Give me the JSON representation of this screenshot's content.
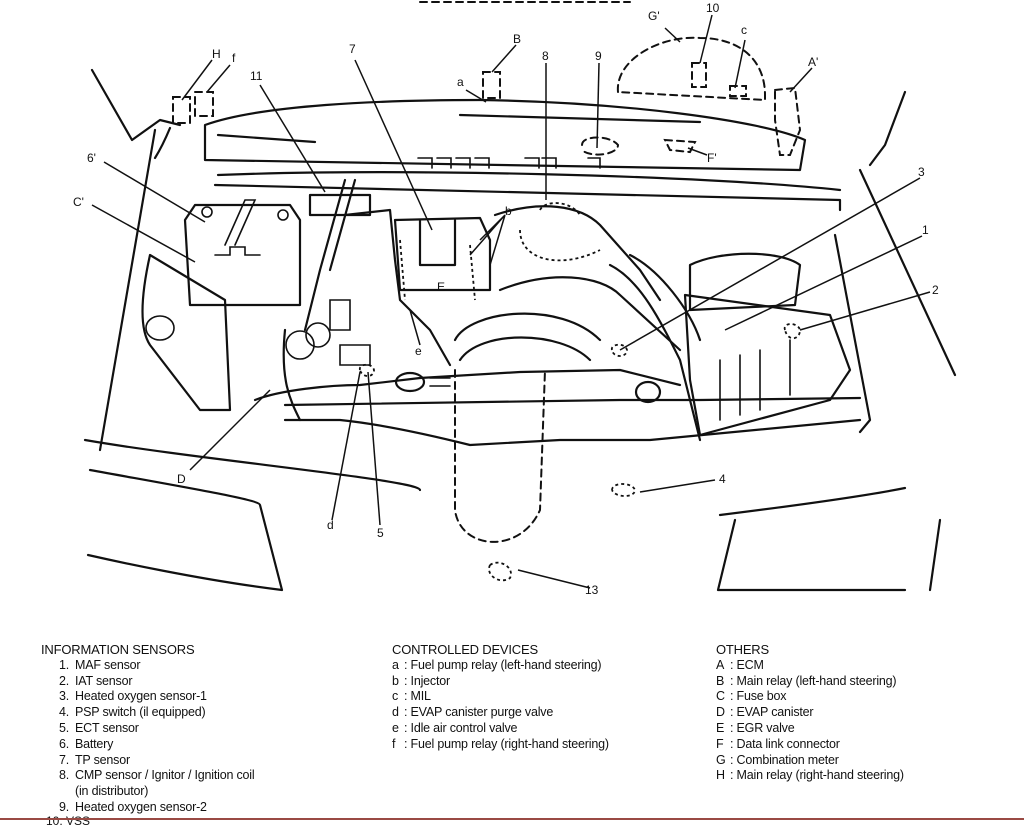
{
  "diagram": {
    "description": "Engine compartment component location diagram",
    "callouts": {
      "n1": "1",
      "n2": "2",
      "n3": "3",
      "n4": "4",
      "n5": "5",
      "n6": "6'",
      "n7": "7",
      "n8": "8",
      "n9": "9",
      "n10": "10",
      "n11": "11",
      "n13": "13",
      "la": "a",
      "lb": "b",
      "lc": "c",
      "ld": "d",
      "le": "e",
      "lf": "f",
      "A": "A'",
      "B": "B",
      "C": "C'",
      "D": "D",
      "E": "E",
      "F": "F'",
      "G": "G'",
      "H": "H"
    }
  },
  "legend": {
    "information_sensors": {
      "title": "INFORMATION SENSORS",
      "items": [
        {
          "key": "1.",
          "label": "MAF sensor"
        },
        {
          "key": "2.",
          "label": "IAT sensor"
        },
        {
          "key": "3.",
          "label": "Heated oxygen sensor-1"
        },
        {
          "key": "4.",
          "label": "PSP switch (il equipped)"
        },
        {
          "key": "5.",
          "label": "ECT sensor"
        },
        {
          "key": "6.",
          "label": "Battery"
        },
        {
          "key": "7.",
          "label": "TP sensor"
        },
        {
          "key": "8.",
          "label": "CMP sensor / Ignitor / Ignition coil"
        },
        {
          "key": "",
          "label": "(in distributor)"
        },
        {
          "key": "9.",
          "label": "Heated oxygen sensor-2"
        }
      ],
      "cut_row": "10.  VSS"
    },
    "controlled_devices": {
      "title": "CONTROLLED DEVICES",
      "items": [
        {
          "key": "a",
          "label": ": Fuel pump relay (left-hand steering)"
        },
        {
          "key": "b",
          "label": ": Injector"
        },
        {
          "key": "c",
          "label": ": MIL"
        },
        {
          "key": "d",
          "label": ": EVAP canister purge valve"
        },
        {
          "key": "e",
          "label": ": Idle air control valve"
        },
        {
          "key": "f",
          "label": ": Fuel pump relay (right-hand steering)"
        }
      ]
    },
    "others": {
      "title": "OTHERS",
      "items": [
        {
          "key": "A",
          "label": ": ECM"
        },
        {
          "key": "B",
          "label": ": Main relay (left-hand steering)"
        },
        {
          "key": "C",
          "label": ": Fuse box"
        },
        {
          "key": "D",
          "label": ": EVAP canister"
        },
        {
          "key": "E",
          "label": ": EGR valve"
        },
        {
          "key": "F",
          "label": ": Data link connector"
        },
        {
          "key": "G",
          "label": ": Combination meter"
        },
        {
          "key": "H",
          "label": ": Main relay (right-hand steering)"
        }
      ]
    }
  },
  "colors": {
    "line": "#111111",
    "background": "#ffffff",
    "bottom_rule": "#9a4a44"
  }
}
